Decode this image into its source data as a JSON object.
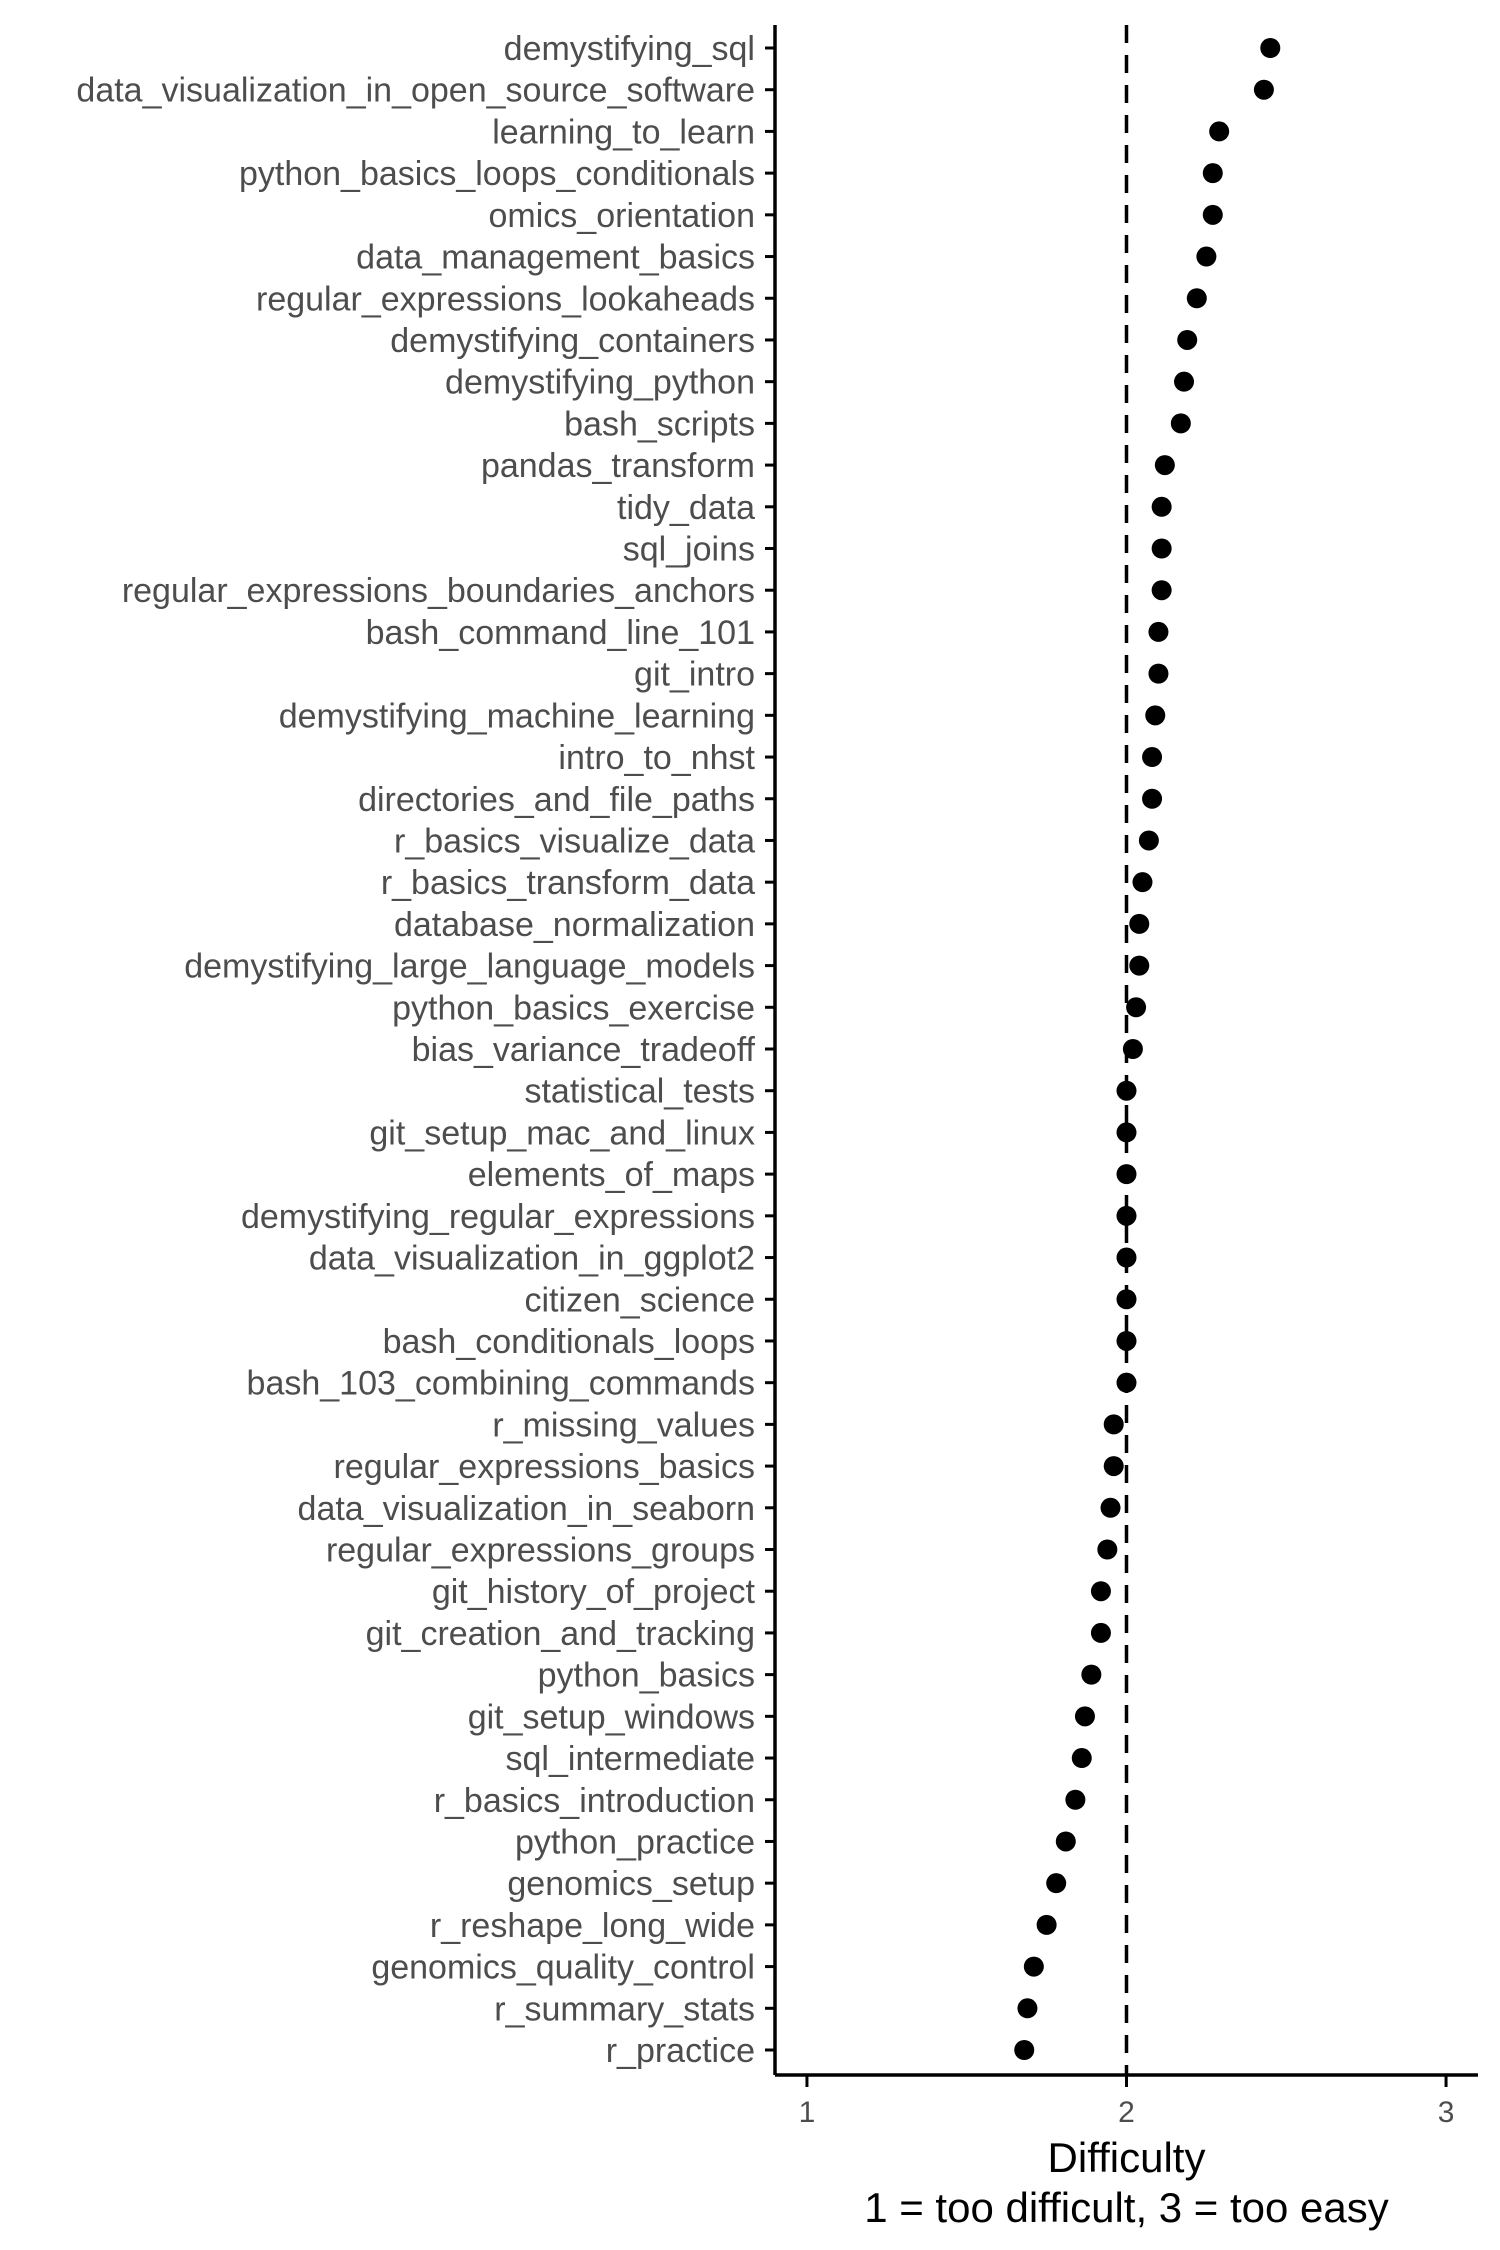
{
  "chart_data": {
    "type": "scatter",
    "xlabel_lines": [
      "Difficulty",
      "1 = too difficult, 3 = too easy"
    ],
    "xlim": [
      0.9,
      3.1
    ],
    "x_ticks": [
      1,
      2,
      3
    ],
    "reference_line_x": 2,
    "grid": false,
    "point_color": "#000000",
    "axis_color": "#000000",
    "categories": [
      "demystifying_sql",
      "data_visualization_in_open_source_software",
      "learning_to_learn",
      "python_basics_loops_conditionals",
      "omics_orientation",
      "data_management_basics",
      "regular_expressions_lookaheads",
      "demystifying_containers",
      "demystifying_python",
      "bash_scripts",
      "pandas_transform",
      "tidy_data",
      "sql_joins",
      "regular_expressions_boundaries_anchors",
      "bash_command_line_101",
      "git_intro",
      "demystifying_machine_learning",
      "intro_to_nhst",
      "directories_and_file_paths",
      "r_basics_visualize_data",
      "r_basics_transform_data",
      "database_normalization",
      "demystifying_large_language_models",
      "python_basics_exercise",
      "bias_variance_tradeoff",
      "statistical_tests",
      "git_setup_mac_and_linux",
      "elements_of_maps",
      "demystifying_regular_expressions",
      "data_visualization_in_ggplot2",
      "citizen_science",
      "bash_conditionals_loops",
      "bash_103_combining_commands",
      "r_missing_values",
      "regular_expressions_basics",
      "data_visualization_in_seaborn",
      "regular_expressions_groups",
      "git_history_of_project",
      "git_creation_and_tracking",
      "python_basics",
      "git_setup_windows",
      "sql_intermediate",
      "r_basics_introduction",
      "python_practice",
      "genomics_setup",
      "r_reshape_long_wide",
      "genomics_quality_control",
      "r_summary_stats",
      "r_practice"
    ],
    "values": [
      2.45,
      2.43,
      2.29,
      2.27,
      2.27,
      2.25,
      2.22,
      2.19,
      2.18,
      2.17,
      2.12,
      2.11,
      2.11,
      2.11,
      2.1,
      2.1,
      2.09,
      2.08,
      2.08,
      2.07,
      2.05,
      2.04,
      2.04,
      2.03,
      2.02,
      2.0,
      2.0,
      2.0,
      2.0,
      2.0,
      2.0,
      2.0,
      2.0,
      1.96,
      1.96,
      1.95,
      1.94,
      1.92,
      1.92,
      1.89,
      1.87,
      1.86,
      1.84,
      1.81,
      1.78,
      1.75,
      1.71,
      1.69,
      1.68
    ]
  }
}
